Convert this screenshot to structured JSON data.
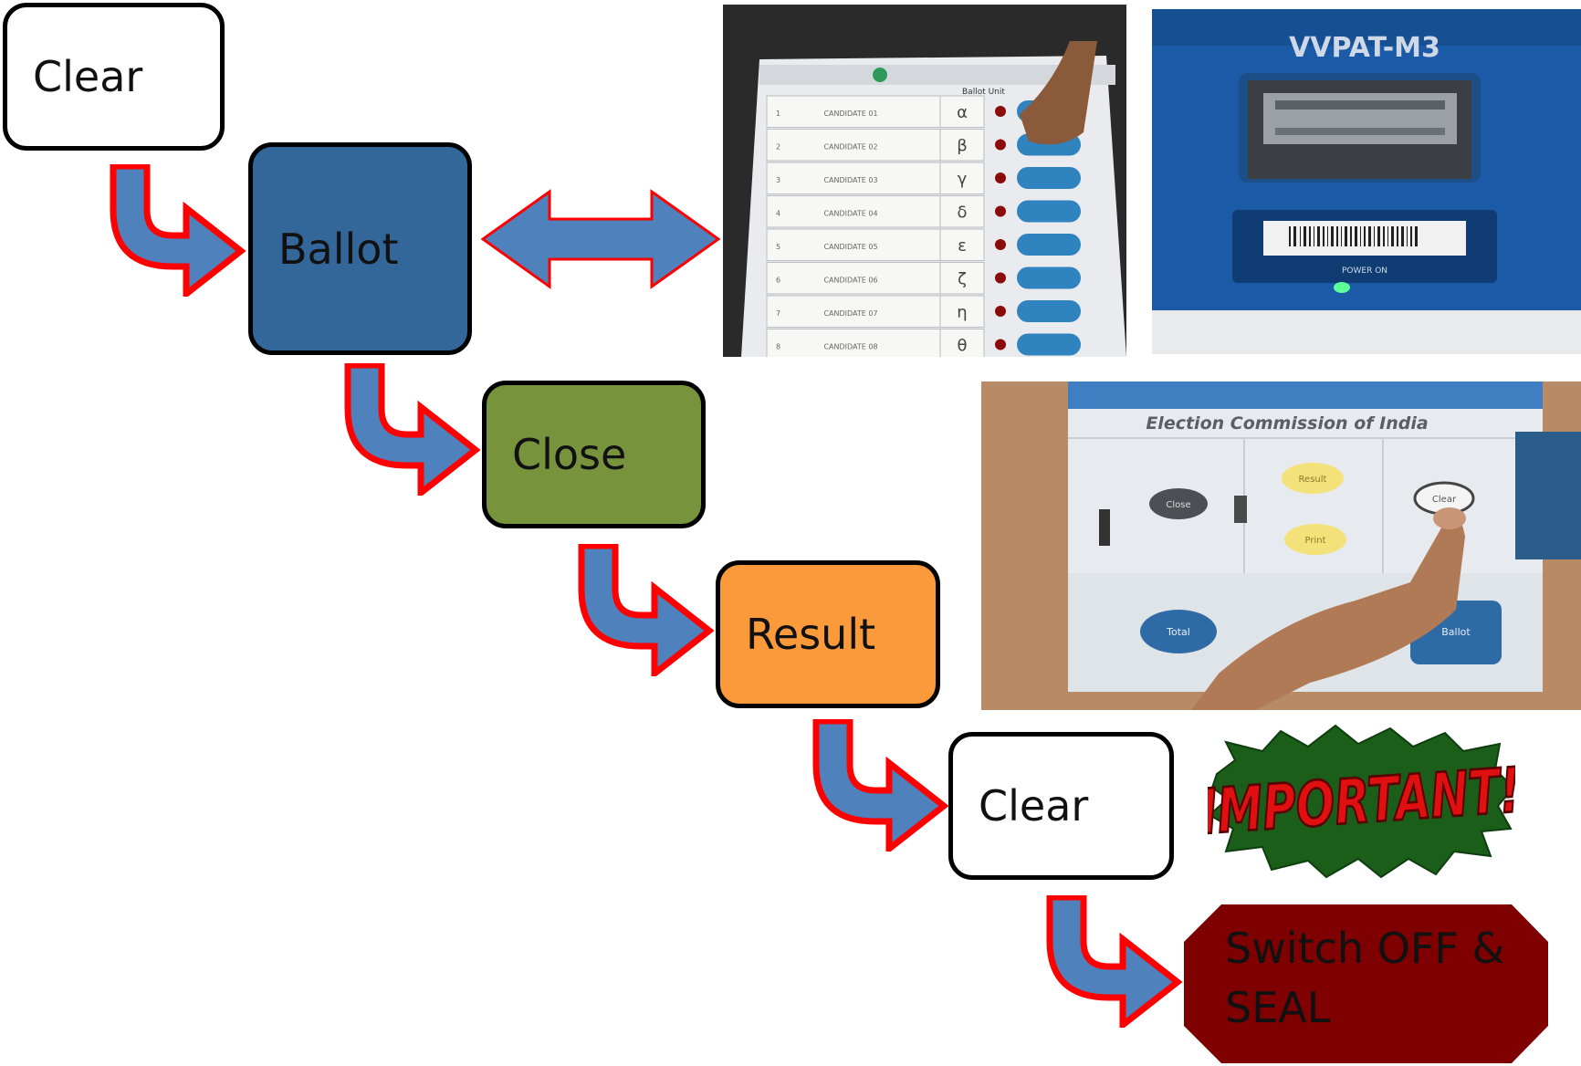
{
  "steps": {
    "clear_1": "Clear",
    "ballot": "Ballot",
    "close": "Close",
    "result": "Result",
    "clear_2": "Clear",
    "final_line1": "Switch OFF &",
    "final_line2": "SEAL"
  },
  "ballot_unit": {
    "header": "Ballot Unit",
    "candidates": [
      "CANDIDATE 01",
      "CANDIDATE 02",
      "CANDIDATE 03",
      "CANDIDATE 04",
      "CANDIDATE 05",
      "CANDIDATE 06",
      "CANDIDATE 07",
      "CANDIDATE 08"
    ],
    "symbols": [
      "α",
      "β",
      "γ",
      "δ",
      "ε",
      "ζ",
      "η",
      "θ"
    ],
    "numbers": [
      "1",
      "2",
      "3",
      "4",
      "5",
      "6",
      "7",
      "8"
    ]
  },
  "vvpat": {
    "model": "VVPAT-M3",
    "status": "POWER ON"
  },
  "control_unit": {
    "brand": "Election Commission of India",
    "btn_close": "Close",
    "btn_result": "Result",
    "btn_print": "Print",
    "btn_clear": "Clear",
    "btn_total": "Total",
    "btn_ballot": "Ballot"
  },
  "important_badge": "IMPORTANT!",
  "colors": {
    "ballot": "#336699",
    "close": "#77933c",
    "result": "#fa9a3a",
    "final": "#7f0000",
    "arrow_fill": "#4f81bd",
    "arrow_outline": "#ff0000"
  }
}
